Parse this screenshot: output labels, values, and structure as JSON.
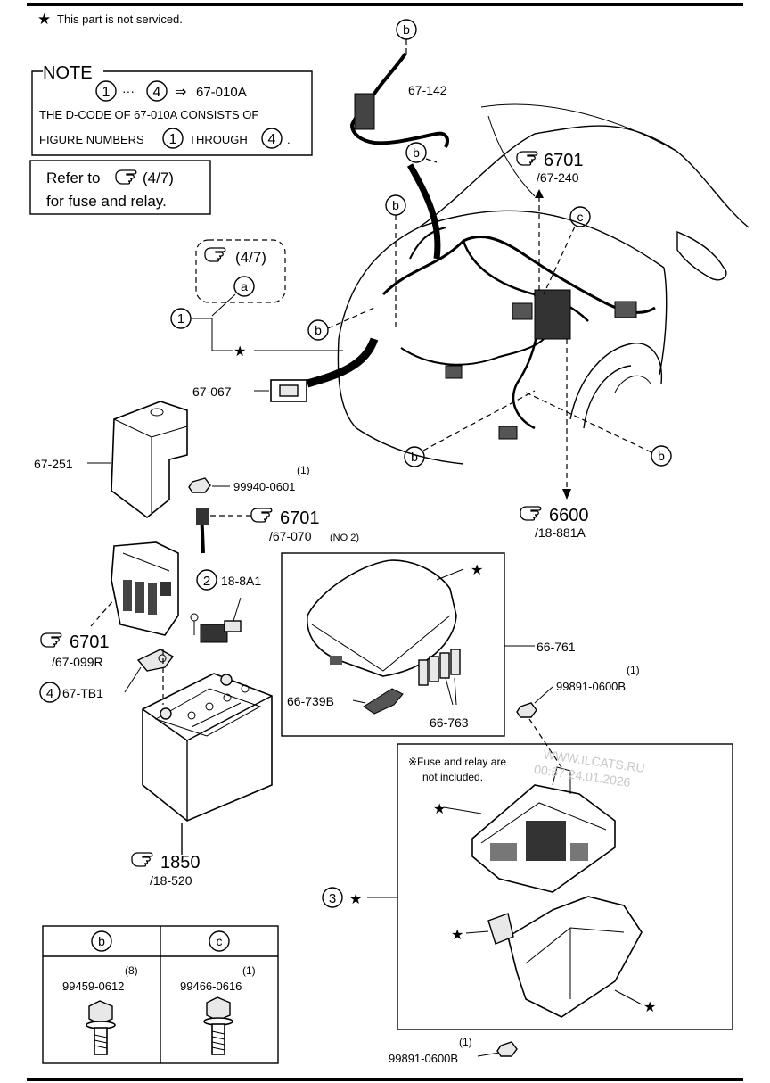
{
  "header": {
    "star": "★",
    "legend": "This part is not serviced."
  },
  "note": {
    "title": "NOTE",
    "range_start": "1",
    "range_dots": "···",
    "range_end": "4",
    "arrow": "⇒",
    "target": "67-010A",
    "line2": "THE D-CODE OF 67-010A CONSISTS OF",
    "line3_prefix": "FIGURE NUMBERS",
    "line3_num1": "1",
    "line3_mid": "THROUGH",
    "line3_num2": "4",
    "line3_end": "."
  },
  "refer": {
    "line1_prefix": "Refer to",
    "line1_ref": "(4/7)",
    "line2": "for fuse and relay."
  },
  "callouts": {
    "ref_47": "(4/7)",
    "a": "a",
    "b": "b",
    "c": "c",
    "n1": "1",
    "n2": "2",
    "n3": "3",
    "n4": "4",
    "star": "★"
  },
  "parts": {
    "p67_142": "67-142",
    "p67_067": "67-067",
    "p67_251": "67-251",
    "p99940": "99940-0601",
    "p99940_qty": "(1)",
    "ref6701_a": "6701",
    "ref6701_a_sub": "/67-240",
    "ref6701_b": "6701",
    "ref6701_b_sub": "/67-070",
    "ref6701_b_note": "(NO 2)",
    "ref6701_c": "6701",
    "ref6701_c_sub": "/67-099R",
    "ref6600": "6600",
    "ref6600_sub": "/18-881A",
    "p18_8a1": "18-8A1",
    "p67_tb1": "67-TB1",
    "ref1850": "1850",
    "ref1850_sub": "/18-520",
    "p66_761": "66-761",
    "p66_739b": "66-739B",
    "p66_763": "66-763",
    "p99891_top": "99891-0600B",
    "p99891_top_qty": "(1)",
    "p99891_bot": "99891-0600B",
    "p99891_bot_qty": "(1)",
    "fuse_note_line1": "※Fuse and relay are",
    "fuse_note_line2": "not included."
  },
  "bolt_table": {
    "columns": [
      {
        "head": "b",
        "qty": "(8)",
        "part": "99459-0612"
      },
      {
        "head": "c",
        "qty": "(1)",
        "part": "99466-0616"
      }
    ]
  },
  "watermark": {
    "line1": "WWW.ILCATS.RU",
    "line2": "00:57 24.01.2026"
  },
  "colors": {
    "ink": "#000000",
    "paper": "#ffffff",
    "watermark": "#c8c8c8"
  },
  "icons": [
    "star-icon",
    "hand-pointer-icon"
  ]
}
